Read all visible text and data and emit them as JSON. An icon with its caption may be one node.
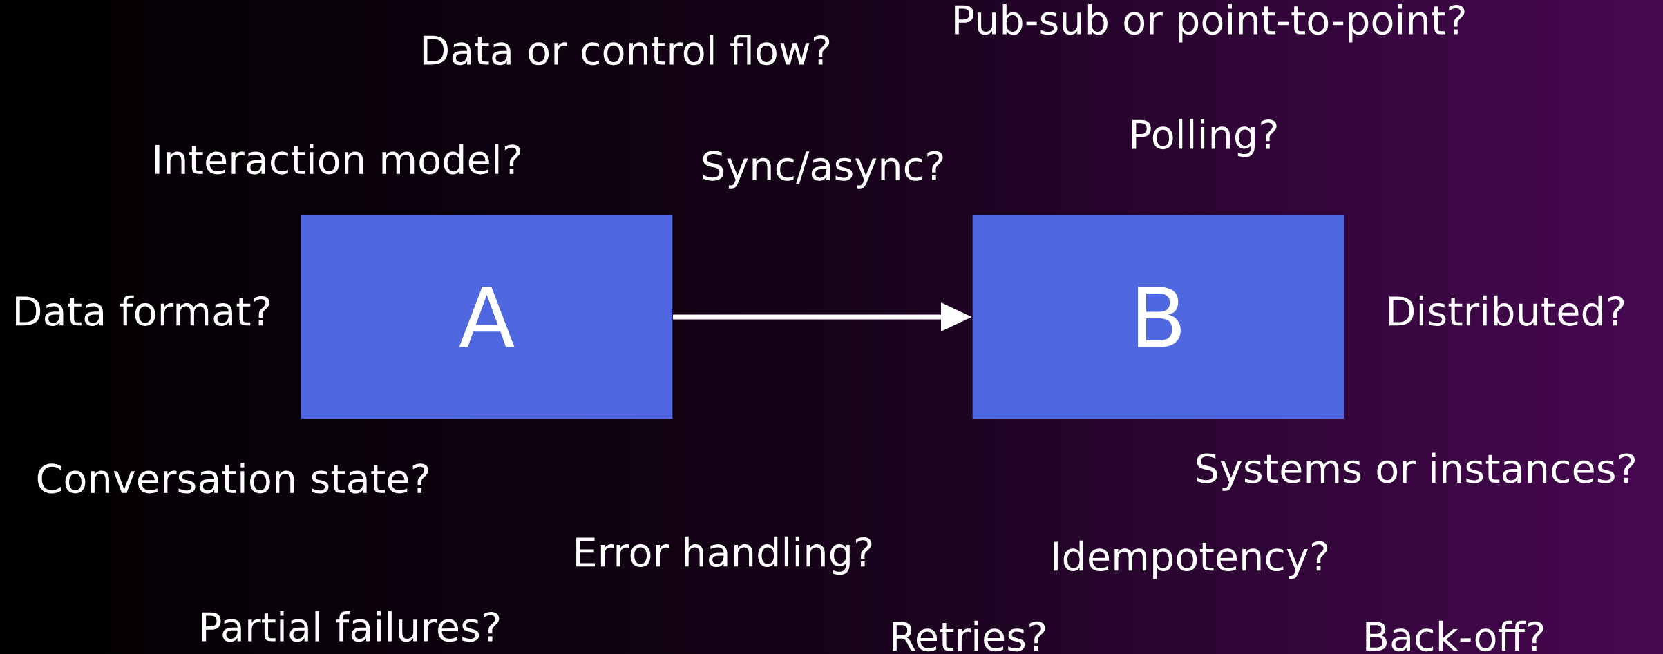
{
  "diagram": {
    "nodes": [
      {
        "text": [
          "A"
        ]
      },
      {
        "text": [
          "B"
        ]
      }
    ],
    "edges": [
      {
        "from": 0,
        "to": 1,
        "arrow": "to"
      }
    ],
    "labels": [
      "Pub-sub or point-to-point?",
      "Data or control flow?",
      "Polling?",
      "Interaction model?",
      "Sync/async?",
      "Data format?",
      "Distributed?",
      "Conversation state?",
      "Systems or instances?",
      "Error handling?",
      "Idempotency?",
      "Partial failures?",
      "Retries?",
      "Back-off?"
    ]
  }
}
